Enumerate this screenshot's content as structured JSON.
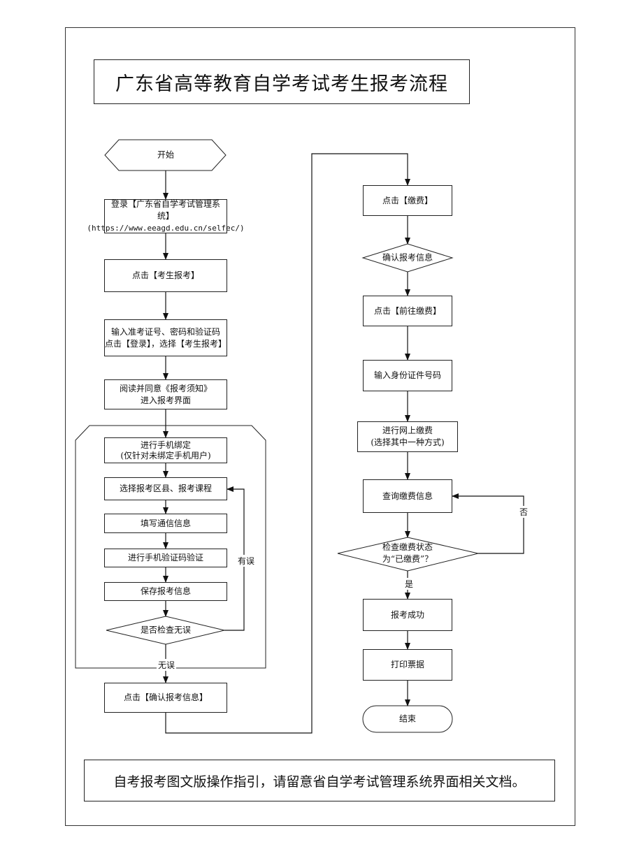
{
  "title": "广东省高等教育自学考试考生报考流程",
  "footer": "自考报考图文版操作指引，请留意省自学考试管理系统界面相关文档。",
  "nodes": {
    "start": "开始",
    "login_1": "登录【广东省自学考试管理系统】",
    "login_2": "(https://www.eeagd.edu.cn/selfec/)",
    "click_exam": "点击【考生报考】",
    "input_1": "输入准考证号、密码和验证码",
    "input_2": "点击【登录】，选择【考生报考】",
    "read_1": "阅读并同意《报考须知》",
    "read_2": "进入报考界面",
    "bind_1": "进行手机绑定",
    "bind_2": "(仅针对未绑定手机用户)",
    "select_course": "选择报考区县、报考课程",
    "fill_info": "填写通信信息",
    "sms_verify": "进行手机验证码验证",
    "save_info": "保存报考信息",
    "check_ok": "是否检查无误",
    "confirm_info_click": "点击【确认报考信息】",
    "click_pay": "点击【缴费】",
    "confirm_info": "确认报考信息",
    "goto_pay": "点击【前往缴费】",
    "input_id": "输入身份证件号码",
    "online_pay_1": "进行网上缴费",
    "online_pay_2": "(选择其中一种方式)",
    "query_pay": "查询缴费信息",
    "check_status_1": "检查缴费状态",
    "check_status_2": "为“已缴费”？",
    "success": "报考成功",
    "print": "打印票据",
    "end": "结束"
  },
  "edge_labels": {
    "has_error": "有误",
    "no_error": "无误",
    "no": "否",
    "yes": "是"
  }
}
